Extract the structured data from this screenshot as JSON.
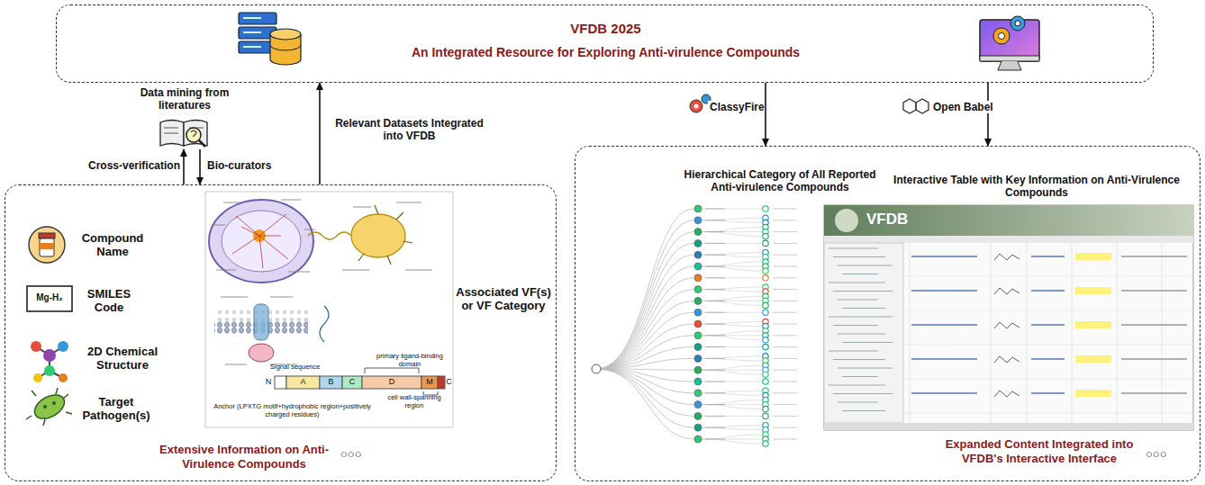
{
  "diagram": {
    "nodes": [
      {
        "text": [
          "VFDB 2025",
          "An Integrated Resource for Exploring Anti-virulence Compounds"
        ]
      },
      {
        "text": [
          "Data mining from literatures"
        ]
      },
      {
        "text": [
          "Extensive Information on Anti-Virulence Compounds"
        ]
      },
      {
        "text": [
          "Expanded Content Integrated into VFDB's Interactive Interface"
        ]
      },
      {
        "text": [
          "Hierarchical Category of All Reported Anti-virulence Compounds"
        ],
        "in": 3
      },
      {
        "text": [
          "Interactive Table with Key Information on Anti-Virulence Compounds"
        ],
        "in": 3
      }
    ],
    "edges": [
      {
        "from": 2,
        "to": 1,
        "label": "Cross-verification",
        "arrow": "to"
      },
      {
        "from": 1,
        "to": 2,
        "label": "Bio-curators",
        "arrow": "to"
      },
      {
        "from": 2,
        "to": 0,
        "label": "Relevant Datasets Integrated into VFDB",
        "arrow": "to"
      },
      {
        "from": 0,
        "to": 3,
        "label": "ClassyFire",
        "arrow": "to"
      },
      {
        "from": 0,
        "to": 3,
        "label": "Open Babel",
        "arrow": "to"
      }
    ],
    "labels": [
      "Compound Name",
      "Mg-H₂",
      "SMILES Code",
      "2D Chemical Structure",
      "Target Pathogen(s)",
      "Associated VF(s) or VF Category",
      "○○○",
      "Signal sequence",
      "primary ligand-binding domain",
      "cell wall-spanning region",
      "Anchor (LPXTG motif+hydrophobic region+positively charged residues)",
      "A",
      "B",
      "C",
      "D",
      "M",
      "N",
      "C",
      "VFDB",
      "○○○"
    ]
  }
}
